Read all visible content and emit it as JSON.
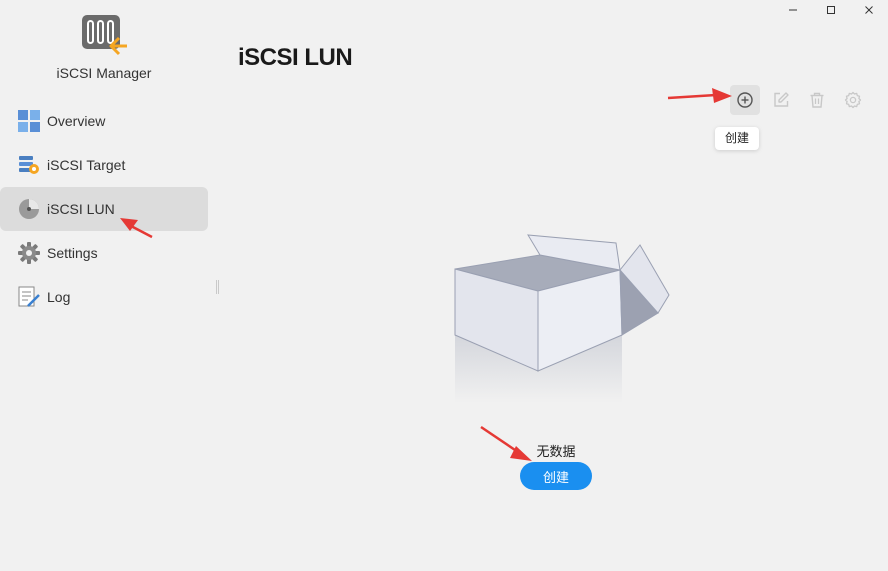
{
  "window": {
    "minimize_icon": "minimize-icon",
    "maximize_icon": "maximize-icon",
    "close_icon": "close-icon"
  },
  "sidebar": {
    "app_name": "iSCSI Manager",
    "items": [
      {
        "label": "Overview",
        "icon": "overview-icon",
        "active": false
      },
      {
        "label": "iSCSI Target",
        "icon": "target-icon",
        "active": false
      },
      {
        "label": "iSCSI LUN",
        "icon": "disk-icon",
        "active": true
      },
      {
        "label": "Settings",
        "icon": "gear-icon",
        "active": false
      },
      {
        "label": "Log",
        "icon": "log-icon",
        "active": false
      }
    ]
  },
  "main": {
    "title": "iSCSI LUN",
    "toolbar": {
      "create_icon": "plus-circle-icon",
      "edit_icon": "edit-icon",
      "delete_icon": "trash-icon",
      "settings_icon": "gear-icon",
      "tooltip": "创建"
    },
    "empty_state": {
      "text": "无数据",
      "create_button": "创建"
    }
  },
  "colors": {
    "accent": "#1a8ff0",
    "annotation": "#e53935",
    "sidebar_active": "#dcdcdc",
    "background": "#f1f1f1"
  }
}
